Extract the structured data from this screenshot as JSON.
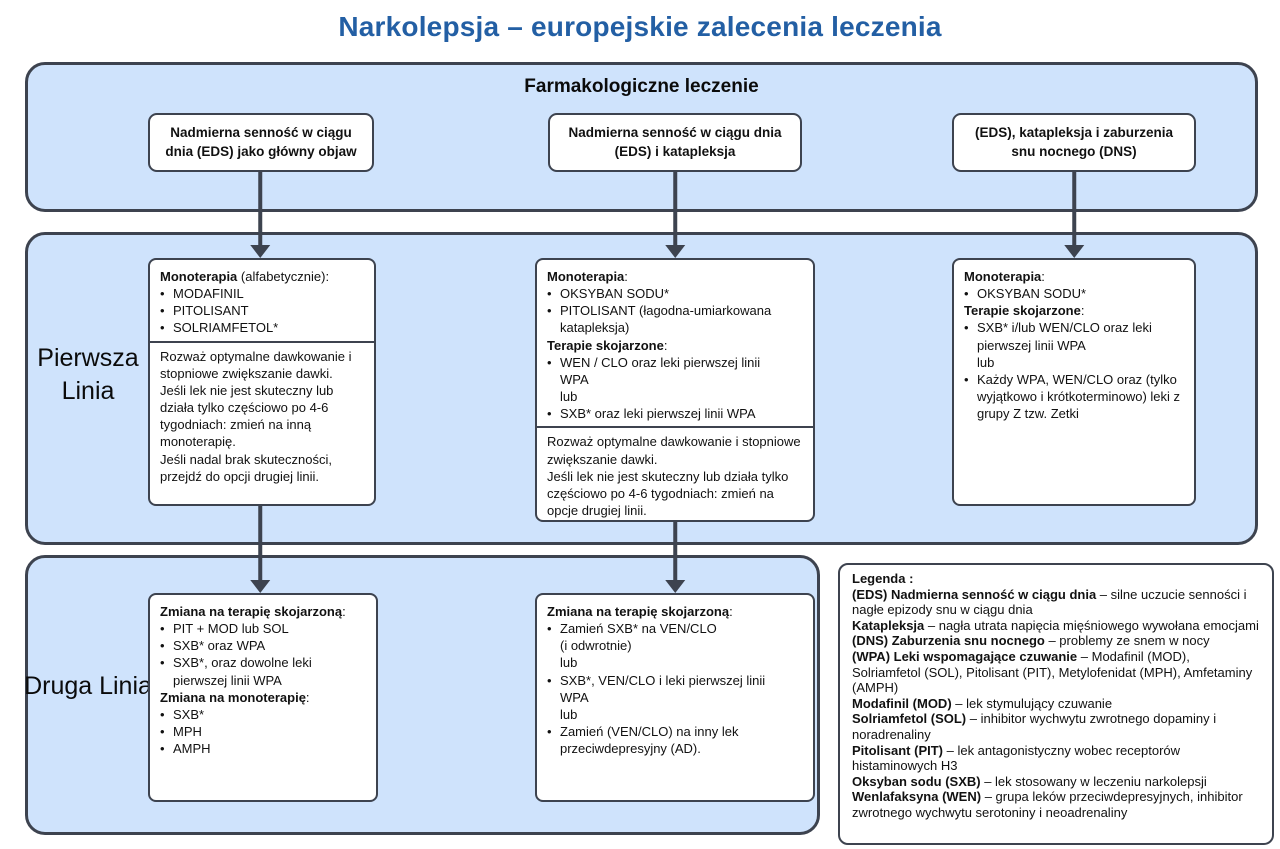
{
  "title": "Narkolepsja – europejskie zalecenia leczenia",
  "colors": {
    "outline": "#3d434f",
    "band_fill": "#cfe3fc",
    "title": "#235fa4"
  },
  "bands": {
    "pharm": {
      "header": "Farmakologiczne leczenie",
      "boxes": [
        "Nadmierna senność w ciągu\ndnia (EDS) jako główny objaw",
        "Nadmierna senność w ciągu dnia\n(EDS) i katapleksja",
        "(EDS), katapleksja i zaburzenia\nsnu nocnego (DNS)"
      ]
    },
    "first": {
      "label": "Pierwsza Linia"
    },
    "second": {
      "label": "Druga Linia"
    }
  },
  "first_line": {
    "eds": {
      "h1_bold": "Monoterapia",
      "h1_rest": " (alfabetycznie):",
      "drugs": [
        "MODAFINIL",
        "PITOLISANT",
        "SOLRIAMFETOL*"
      ],
      "note": "Rozważ optymalne dawkowanie i stopniowe zwiększanie dawki.\nJeśli lek nie jest skuteczny lub działa tylko częściowo po 4-6 tygodniach: zmień na inną monoterapię.\nJeśli nadal brak skuteczności, przejdź do opcji drugiej linii."
    },
    "eds_cataplexy": {
      "h1_bold": "Monoterapia",
      "h1_rest": ":",
      "mono": [
        "OKSYBAN SODU*",
        "PITOLISANT (łagodna-umiarkowana katapleksja)"
      ],
      "h2_bold": "Terapie skojarzone",
      "h2_rest": ":",
      "combo": [
        "WEN / CLO oraz leki pierwszej linii\nWPA\nlub",
        "SXB* oraz leki pierwszej linii WPA"
      ],
      "note": "Rozważ optymalne dawkowanie i stopniowe zwiększanie dawki.\nJeśli lek nie jest skuteczny lub działa tylko częściowo po 4-6 tygodniach: zmień na opcje drugiej linii."
    },
    "eds_cataplexy_dns": {
      "h1_bold": "Monoterapia",
      "h1_rest": ":",
      "mono": [
        "OKSYBAN SODU*"
      ],
      "h2_bold": "Terapie skojarzone",
      "h2_rest": ":",
      "combo": [
        "SXB* i/lub WEN/CLO oraz leki\npierwszej linii WPA\nlub",
        "Każdy WPA, WEN/CLO oraz (tylko wyjątkowo i krótkoterminowo) leki z grupy Z tzw. Zetki"
      ]
    }
  },
  "second_line": {
    "left": {
      "h1_bold": "Zmiana na terapię skojarzoną",
      "h1_rest": ":",
      "combo": [
        "PIT + MOD lub SOL",
        "SXB* oraz WPA",
        "SXB*, oraz dowolne leki pierwszej linii WPA"
      ],
      "h2_bold": "Zmiana na monoterapię",
      "h2_rest": ":",
      "mono": [
        "SXB*",
        "MPH",
        "AMPH"
      ]
    },
    "middle": {
      "h1_bold": "Zmiana na terapię skojarzoną",
      "h1_rest": ":",
      "items": [
        "Zamień SXB* na VEN/CLO\n(i odwrotnie)\nlub",
        "SXB*, VEN/CLO i leki pierwszej linii\nWPA\nlub",
        "Zamień (VEN/CLO) na inny lek przeciwdepresyjny (AD)."
      ]
    }
  },
  "legend": {
    "heading": "Legenda :",
    "items": [
      {
        "term": "(EDS) Nadmierna senność w ciągu dnia",
        "def": " – silne uczucie senności i nagłe epizody snu w ciągu dnia"
      },
      {
        "term": "Katapleksja",
        "def": " – nagła utrata napięcia mięśniowego wywołana emocjami"
      },
      {
        "term": "(DNS) Zaburzenia snu nocnego",
        "def": " – problemy ze snem w nocy"
      },
      {
        "term": "(WPA) Leki wspomagające czuwanie",
        "def": " – Modafinil (MOD), Solriamfetol (SOL), Pitolisant (PIT), Metylofenidat (MPH), Amfetaminy (AMPH)"
      },
      {
        "term": "Modafinil (MOD)",
        "def": " – lek stymulujący czuwanie"
      },
      {
        "term": "Solriamfetol (SOL)",
        "def": " – inhibitor wychwytu zwrotnego dopaminy i noradrenaliny"
      },
      {
        "term": "Pitolisant (PIT)",
        "def": " – lek antagonistyczny wobec receptorów histaminowych H3"
      },
      {
        "term": "Oksyban sodu (SXB)",
        "def": " – lek stosowany w leczeniu narkolepsji"
      },
      {
        "term": "Wenlafaksyna (WEN)",
        "def": " – grupa leków przeciwdepresyjnych, inhibitor zwrotnego wychwytu serotoniny i neoadrenaliny"
      }
    ]
  }
}
